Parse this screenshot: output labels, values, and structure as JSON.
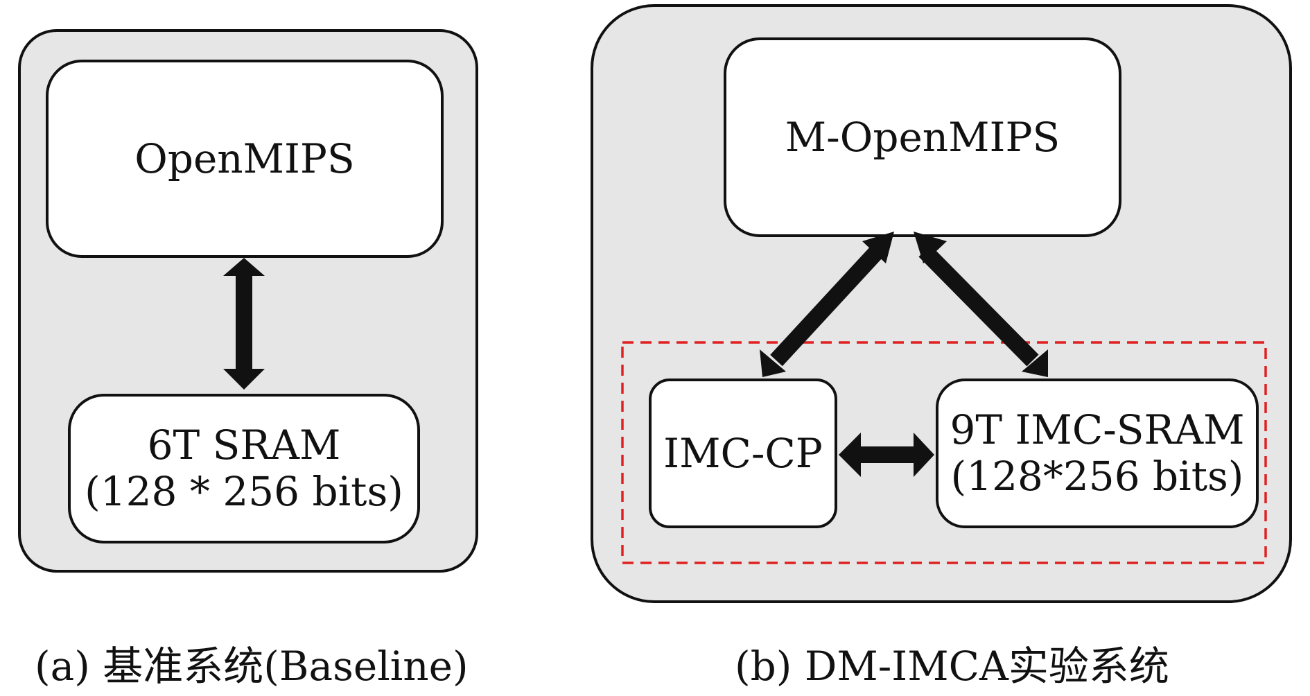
{
  "panel_a": {
    "cpu_label": "OpenMIPS",
    "memory_label_line1": "6T SRAM",
    "memory_label_line2": "(128 * 256 bits)",
    "caption": "(a) 基准系统(Baseline)"
  },
  "panel_b": {
    "cpu_label": "M-OpenMIPS",
    "coprocessor_label": "IMC-CP",
    "memory_label_line1": "9T IMC-SRAM",
    "memory_label_line2": "(128*256 bits)",
    "caption": "(b) DM-IMCA实验系统"
  },
  "colors": {
    "panel_fill": "#e6e6e6",
    "outline": "#111111",
    "dashed_region": "#e02020"
  }
}
